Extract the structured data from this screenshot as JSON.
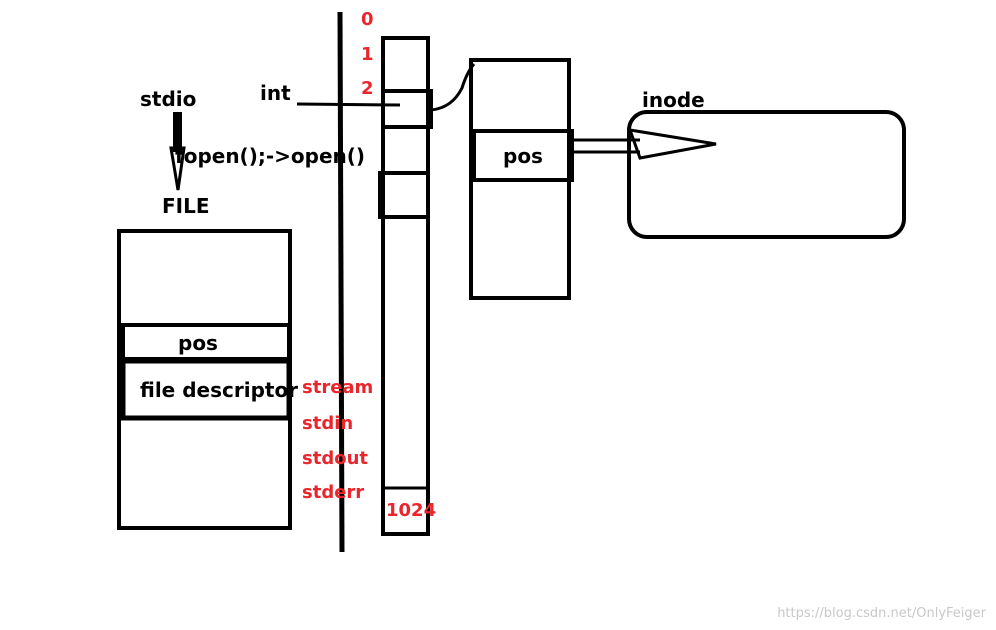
{
  "labels": {
    "stdio": "stdio",
    "fopen_call": "fopen();->open()",
    "file": "FILE",
    "int": "int",
    "file_pos": "pos",
    "file_descriptor": "file descriptor",
    "table_pos": "pos",
    "inode": "inode"
  },
  "fd_indices": [
    "0",
    "1",
    "2"
  ],
  "streams": [
    "stream",
    "stdin",
    "stdout",
    "stderr"
  ],
  "fd_table_size": "1024",
  "watermark": "https://blog.csdn.net/OnlyFeiger",
  "colors": {
    "stroke": "#000000",
    "accent_red": "#e8262c",
    "watermark": "#c8c8c8"
  }
}
